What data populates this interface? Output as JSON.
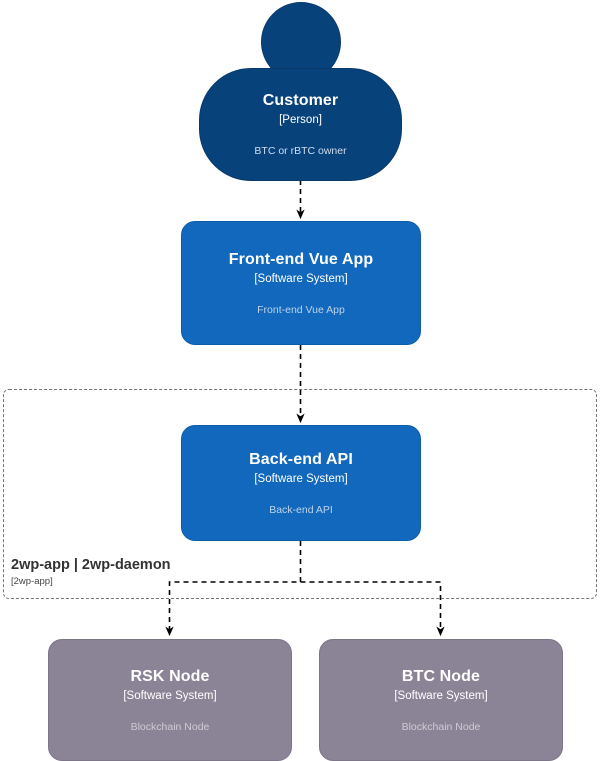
{
  "diagram": {
    "type": "c4-context-diagram",
    "colors": {
      "person": "#08427b",
      "software_system": "#1168bd",
      "node": "#8b8496",
      "boundary_stroke": "#767676",
      "edge_stroke": "#000000",
      "background": "#ffffff"
    },
    "nodes": [
      {
        "id": "customer",
        "shape": "person",
        "title": "Customer",
        "subtitle": "[Person]",
        "description": "BTC or rBTC owner"
      },
      {
        "id": "frontend",
        "shape": "software-system",
        "title": "Front-end Vue App",
        "subtitle": "[Software System]",
        "description": "Front-end Vue App"
      },
      {
        "id": "backend",
        "shape": "software-system",
        "title": "Back-end API",
        "subtitle": "[Software System]",
        "description": "Back-end API"
      },
      {
        "id": "rsk-node",
        "shape": "node",
        "title": "RSK Node",
        "subtitle": "[Software System]",
        "description": "Blockchain Node"
      },
      {
        "id": "btc-node",
        "shape": "node",
        "title": "BTC Node",
        "subtitle": "[Software System]",
        "description": "Blockchain Node"
      }
    ],
    "boundary": {
      "id": "2wp-boundary",
      "name": "2wp-app | 2wp-daemon",
      "type": "[2wp-app]",
      "contains": [
        "backend"
      ]
    },
    "edges": [
      {
        "from": "customer",
        "to": "frontend",
        "style": "dashed",
        "label": ""
      },
      {
        "from": "frontend",
        "to": "backend",
        "style": "dashed",
        "label": ""
      },
      {
        "from": "backend",
        "to": "rsk-node",
        "style": "dashed",
        "label": ""
      },
      {
        "from": "backend",
        "to": "btc-node",
        "style": "dashed",
        "label": ""
      }
    ]
  }
}
